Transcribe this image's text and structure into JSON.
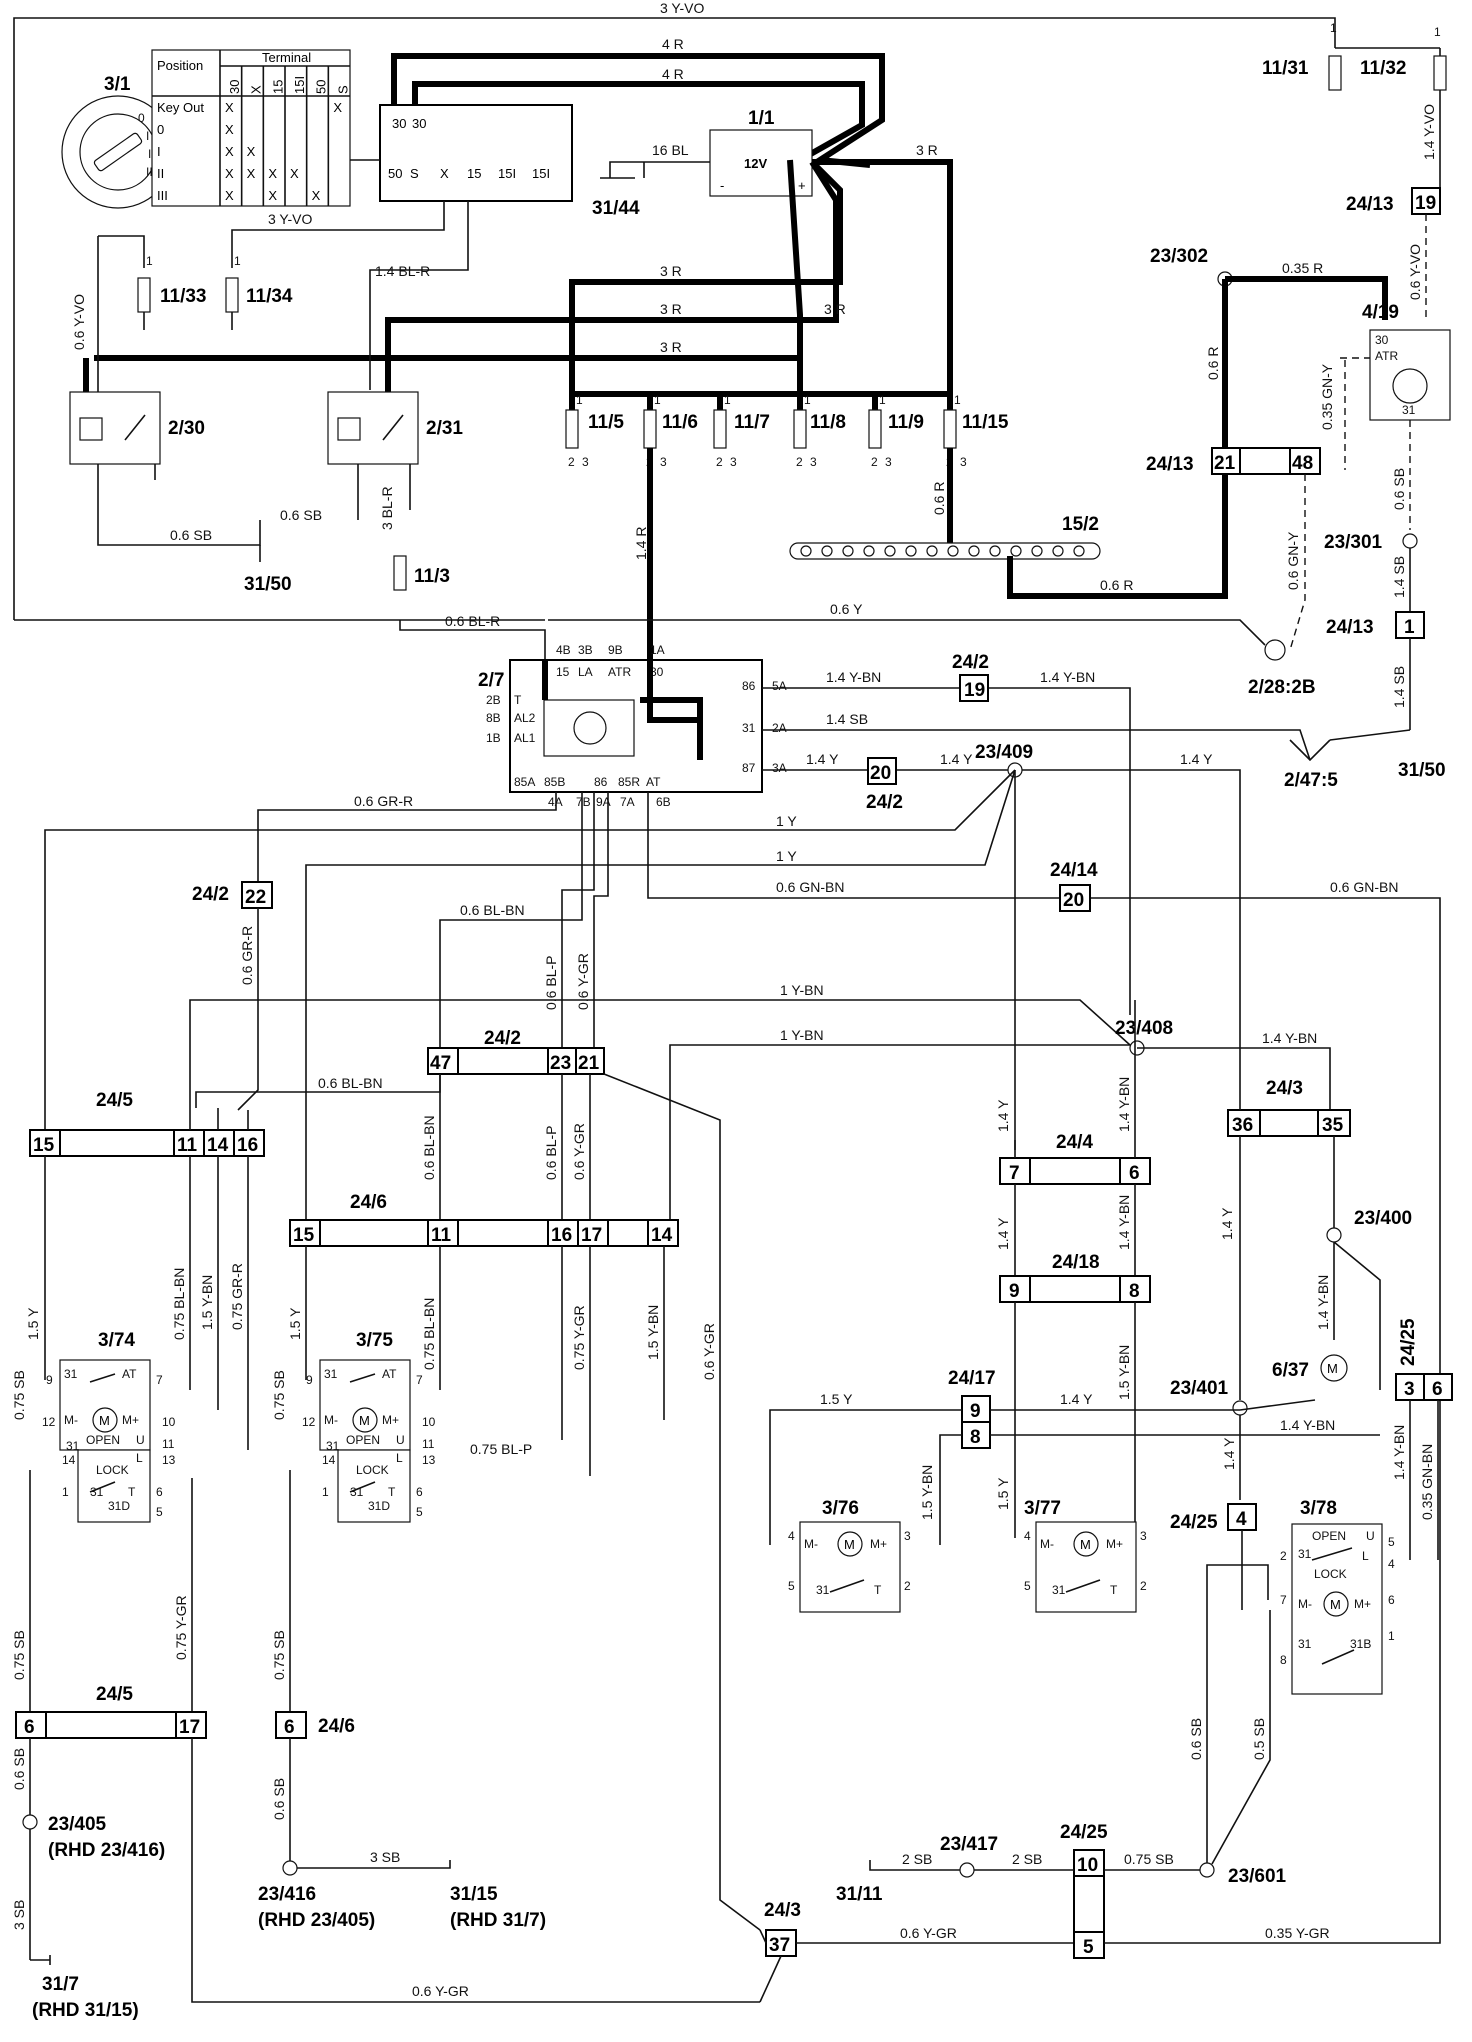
{
  "labels": {
    "c3_1": "3/1",
    "c1_1": "1/1",
    "c11_31": "11/31",
    "c11_32": "11/32",
    "c11_33": "11/33",
    "c11_34": "11/34",
    "c2_30": "2/30",
    "c2_31": "2/31",
    "c11_3": "11/3",
    "c31_50a": "31/50",
    "c31_44": "31/44",
    "c11_5": "11/5",
    "c11_6": "11/6",
    "c11_7": "11/7",
    "c11_8": "11/8",
    "c11_9": "11/9",
    "c11_15": "11/15",
    "c23_302": "23/302",
    "c4_19": "4/19",
    "c24_13a": "24/13",
    "c24_13b": "24/13",
    "c24_13c": "24/13",
    "c15_2": "15/2",
    "c23_301": "23/301",
    "c2_7": "2/7",
    "c24_2a": "24/2",
    "c24_2b": "24/2",
    "c23_409": "23/409",
    "c2_28": "2/28:2B",
    "c2_47": "2/47:5",
    "c31_50b": "31/50",
    "c24_14": "24/14",
    "c24_2c": "24/2",
    "c24_2d": "24/2",
    "c23_408": "23/408",
    "c24_5a": "24/5",
    "c24_6a": "24/6",
    "c24_4": "24/4",
    "c24_3a": "24/3",
    "c23_400": "23/400",
    "c24_18": "24/18",
    "c24_25a": "24/25",
    "c3_74": "3/74",
    "c3_75": "3/75",
    "c24_17": "24/17",
    "c23_401": "23/401",
    "c6_37": "6/37",
    "c3_76": "3/76",
    "c3_77": "3/77",
    "c24_25b": "24/25",
    "c3_78": "3/78",
    "c24_5b": "24/5",
    "c24_6b": "24/6",
    "c23_405": "23/405",
    "c23_405_rhd": "(RHD 23/416)",
    "c23_416": "23/416",
    "c23_416_rhd": "(RHD 23/405)",
    "c31_15": "31/15",
    "c31_15_rhd": "(RHD 31/7)",
    "c31_7": "31/7",
    "c31_7_rhd": "(RHD 31/15)",
    "c23_417": "23/417",
    "c24_25c": "24/25",
    "c23_601": "23/601",
    "c31_11": "31/11",
    "c24_3b": "24/3"
  },
  "wires": {
    "w3yvo_top": "3 Y-VO",
    "w4r_a": "4 R",
    "w4r_b": "4 R",
    "w16bl": "16 BL",
    "w3r_a": "3 R",
    "w3yvo_mid": "3 Y-VO",
    "w14blr": "1.4 BL-R",
    "w06yvo": "0.6 Y-VO",
    "w3r_b": "3 R",
    "w3r_c": "3 R",
    "w3r_d": "3 R",
    "w3r_e": "3 R",
    "w14yvo": "1.4 Y-VO",
    "w035r": "0.35 R",
    "w06yvo_b": "0.6 Y-VO",
    "w06r_a": "0.6 R",
    "w035gny": "0.35 GN-Y",
    "w06sb_a": "0.6 SB",
    "w06sb_b": "0.6 SB",
    "w06sb_c": "0.6 SB",
    "w3blr": "3 BL-R",
    "w14r": "1.4 R",
    "w06r_b": "0.6 R",
    "w06r_c": "0.6 R",
    "w06gny": "0.6 GN-Y",
    "w14sb_a": "1.4 SB",
    "w06blr": "0.6 BL-R",
    "w06y": "0.6 Y",
    "w14ybn_a": "1.4 Y-BN",
    "w14ybn_b": "1.4 Y-BN",
    "w14sb_b": "1.4 SB",
    "w14sb_c": "1.4 SB",
    "w14y_a": "1.4 Y",
    "w14y_b": "1.4 Y",
    "w14y_c": "1.4 Y",
    "w06grr": "0.6 GR-R",
    "w1y_a": "1 Y",
    "w1y_b": "1 Y",
    "w06gnbn_a": "0.6 GN-BN",
    "w06gnbn_b": "0.6 GN-BN",
    "w06blbn": "0.6 BL-BN",
    "w06blp": "0.6 BL-P",
    "w06ygr": "0.6 Y-GR",
    "w1ybn_a": "1 Y-BN",
    "w1ybn_b": "1 Y-BN",
    "w14ybn_c": "1.4 Y-BN",
    "w06blbn_b": "0.6 BL-BN",
    "w06grr_b": "0.6 GR-R",
    "w15y_a": "1.5 Y",
    "w075blbn": "0.75 BL-BN",
    "w15ybn_a": "1.5 Y-BN",
    "w075grr": "0.75 GR-R",
    "w15y_b": "1.5 Y",
    "w075blbn_b": "0.75 BL-BN",
    "w075ygr": "0.75 Y-GR",
    "w15ybn_b": "1.5 Y-BN",
    "w06ygr_b": "0.6 Y-GR",
    "w075sb_a": "0.75 SB",
    "w075sb_b": "0.75 SB",
    "w075blp": "0.75 BL-P",
    "w15y_c": "1.5 Y",
    "w15ybn_c": "1.5 Y-BN",
    "w14y_d": "1.4 Y",
    "w14ybn_d": "1.4 Y-BN",
    "w14ybn_e": "1.4 Y-BN",
    "w035gnbn": "0.35 GN-BN",
    "w075sb_c": "0.75 SB",
    "w075ygr_b": "0.75 Y-GR",
    "w075sb_d": "0.75 SB",
    "w06sb_d": "0.6 SB",
    "w3sb_a": "3 SB",
    "w06sb_e": "0.6 SB",
    "w3sb_b": "3 SB",
    "w06sb_f": "0.6 SB",
    "w05sb": "0.5 SB",
    "w2sb_a": "2 SB",
    "w2sb_b": "2 SB",
    "w075sb_e": "0.75 SB",
    "w06ygr_c": "0.6 Y-GR",
    "w06ygr_d": "0.6 Y-GR",
    "w035ygr": "0.35 Y-GR",
    "w15y_d": "1.5 Y",
    "w14y_e": "1.4 Y",
    "w14y_f": "1.4 Y",
    "w14y_g": "1.4 Y"
  },
  "ignition_table": {
    "position_header": "Position",
    "terminal_header": "Terminal",
    "columns": [
      "30",
      "X",
      "15",
      "15I",
      "50",
      "S"
    ],
    "rows": [
      {
        "pos": "Key Out",
        "marks": [
          "X",
          "",
          "",
          "",
          "",
          "X"
        ]
      },
      {
        "pos": "0",
        "marks": [
          "X",
          "",
          "",
          "",
          "",
          ""
        ]
      },
      {
        "pos": "I",
        "marks": [
          "X",
          "X",
          "",
          "",
          "",
          ""
        ]
      },
      {
        "pos": "II",
        "marks": [
          "X",
          "X",
          "X",
          "X",
          "",
          ""
        ]
      },
      {
        "pos": "III",
        "marks": [
          "X",
          "",
          "X",
          "",
          "X",
          ""
        ]
      }
    ]
  },
  "battery": {
    "voltage": "12V"
  },
  "connectors": {
    "b24_13_19": "19",
    "b24_13_21": "21",
    "b24_13_48": "48",
    "b24_13_1": "1",
    "b24_2_19": "19",
    "b24_2_20": "20",
    "b24_14_20": "20",
    "b24_2_22": "22",
    "b24_2_47": "47",
    "b24_2_23": "23",
    "b24_2_21": "21",
    "b24_5_15": "15",
    "b24_5_11": "11",
    "b24_5_14": "14",
    "b24_5_16": "16",
    "b24_6_15": "15",
    "b24_6_11": "11",
    "b24_6_16": "16",
    "b24_6_17": "17",
    "b24_6_14": "14",
    "b24_4_7": "7",
    "b24_4_6": "6",
    "b24_3_36": "36",
    "b24_3_35": "35",
    "b24_18_9": "9",
    "b24_18_8": "8",
    "b24_25_3": "3",
    "b24_25_6": "6",
    "b24_17_9": "9",
    "b24_17_8": "8",
    "b24_25_4": "4",
    "b24_5_6": "6",
    "b24_5_17": "17",
    "b24_6_6": "6",
    "b24_25_10": "10",
    "b24_25_5": "5",
    "b24_3_37": "37"
  },
  "module_2_7": {
    "pins_top": [
      "4B",
      "3B",
      "9B",
      "1A"
    ],
    "inner_top": [
      "15",
      "LA",
      "ATR",
      "30"
    ],
    "left_pins": [
      "2B",
      "8B",
      "1B"
    ],
    "left_inner": [
      "T",
      "AL2",
      "AL1"
    ],
    "right_pins": [
      "5A",
      "2A",
      "3A"
    ],
    "right_inner": [
      "86",
      "31",
      "87"
    ],
    "bottom_inner": [
      "85A",
      "85B",
      "86",
      "85R",
      "AT"
    ],
    "bottom_pins": [
      "4A",
      "7B",
      "9A",
      "7A",
      "6B"
    ]
  },
  "motor_units": {
    "lock_label": "LOCK",
    "open_label": "OPEN",
    "motor_symbol": "M",
    "m_minus": "M-",
    "m_plus": "M+",
    "t31": "31",
    "t_at": "AT",
    "t_u": "U",
    "t_l": "L",
    "t_t": "T",
    "t_31d": "31D",
    "t_31b": "31B",
    "n9": "9",
    "n7": "7",
    "n12": "12",
    "n10": "10",
    "n11": "11",
    "n13": "13",
    "n14": "14",
    "n1": "1",
    "n6": "6",
    "n5": "5",
    "n3": "3",
    "n4": "4",
    "n2": "2",
    "n8": "8"
  },
  "misc": {
    "s30": "30",
    "s50": "50",
    "sS": "S",
    "sX": "X",
    "s15": "15",
    "s15I": "15I",
    "n1": "1",
    "n2": "2",
    "n3": "3",
    "n4": "4",
    "n5": "5",
    "n31": "31",
    "atr": "ATR",
    "minus": "-",
    "plus": "+"
  }
}
